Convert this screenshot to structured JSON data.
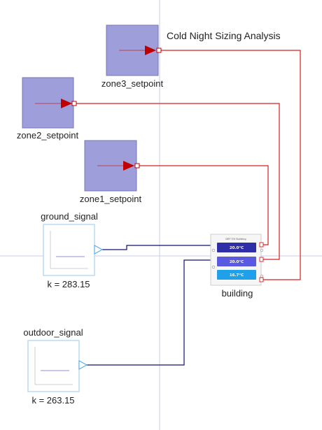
{
  "diagram": {
    "title": "Cold Night Sizing Analysis",
    "colors": {
      "setpoint_fill": "#9e9edb",
      "setpoint_stroke": "#7777bb",
      "real_wire": "#d62020",
      "signal_wire": "#10106e",
      "guide_line": "#c9cfe6",
      "arrow_red": "#c00000"
    },
    "blocks": {
      "zone3_setpoint": {
        "label": "zone3_setpoint"
      },
      "zone2_setpoint": {
        "label": "zone2_setpoint"
      },
      "zone1_setpoint": {
        "label": "zone1_setpoint"
      },
      "ground_signal": {
        "label": "ground_signal",
        "param": "k = 283.15"
      },
      "outdoor_signal": {
        "label": "outdoor_signal",
        "param": "k = 263.15"
      },
      "building": {
        "label": "building",
        "header": "DRT Y/V Building",
        "zones": [
          {
            "value": "20.0°C",
            "color": "#2e2ea8"
          },
          {
            "value": "20.0°C",
            "color": "#5a5ae0"
          },
          {
            "value": "16.7°C",
            "color": "#1fa0e8"
          }
        ]
      }
    }
  }
}
